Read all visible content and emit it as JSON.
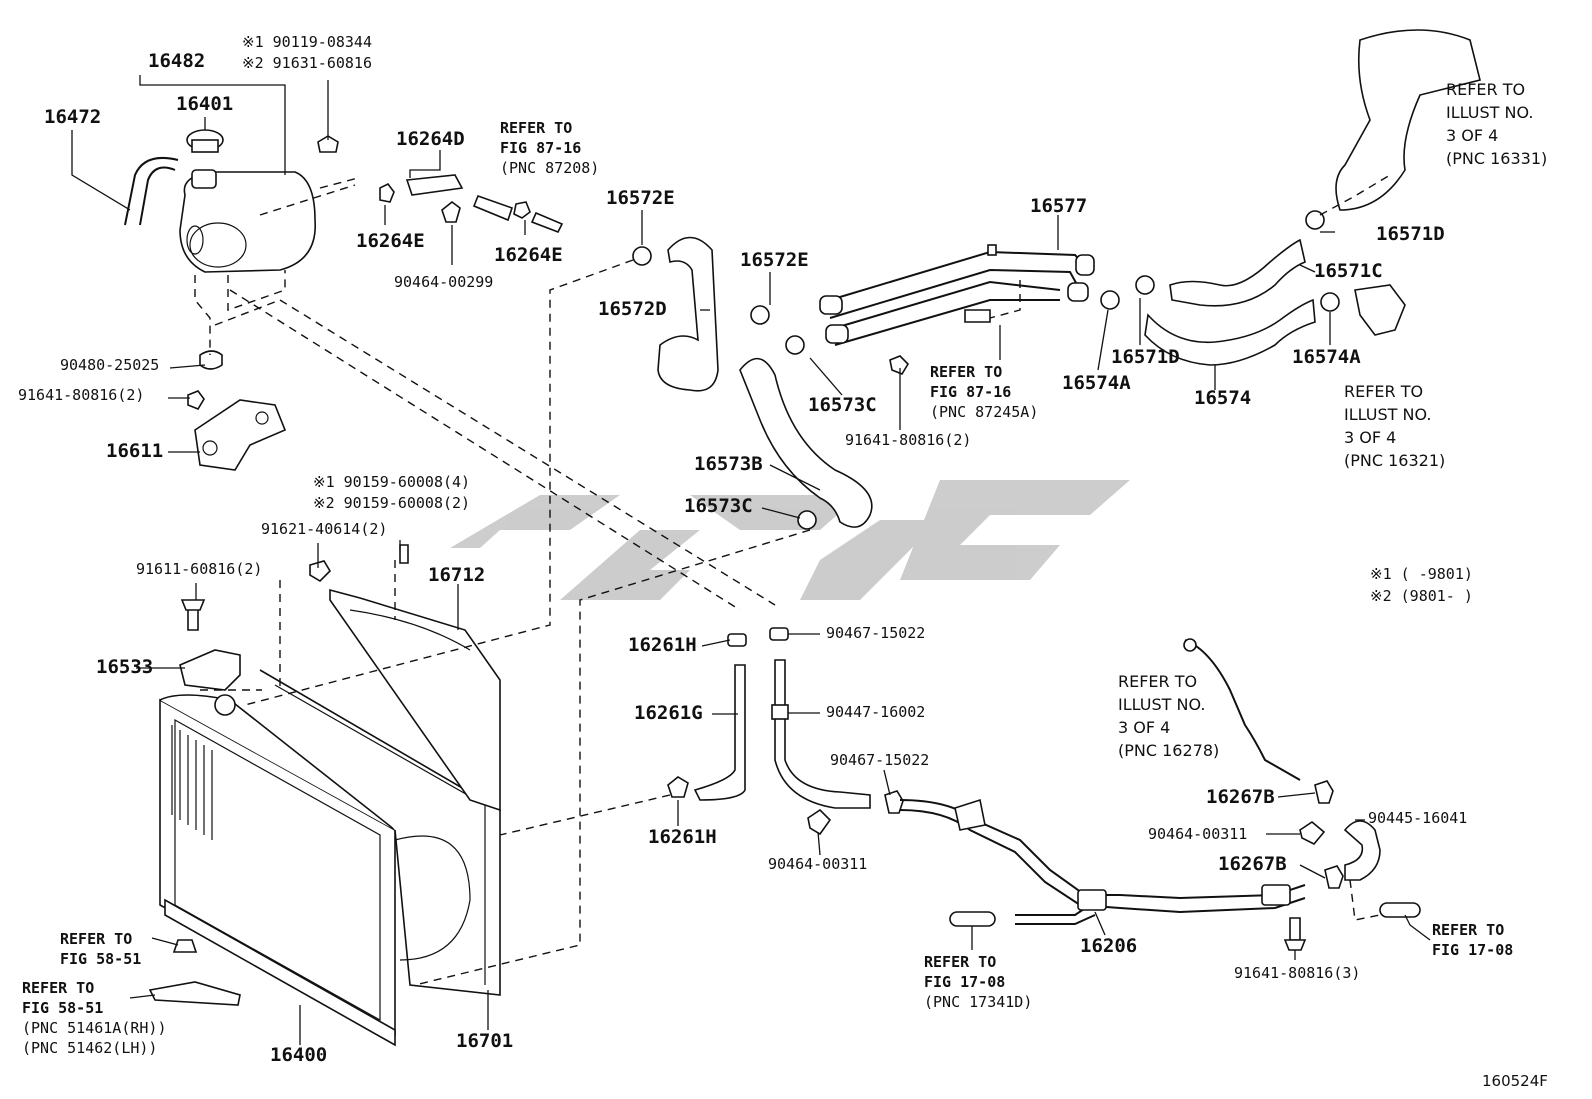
{
  "watermark_color": "#c4c4c4",
  "line_color": "#111111",
  "labels": {
    "p16482": "16482",
    "p16472": "16472",
    "p16401": "16401",
    "star1_90119": "※1 90119-08344",
    "star2_91631": "※2 91631-60816",
    "p16264D": "16264D",
    "p16264E_a": "16264E",
    "p16264E_b": "16264E",
    "p90464_00299": "90464-00299",
    "p16572E_a": "16572E",
    "p16572E_b": "16572E",
    "p16572D": "16572D",
    "p16577": "16577",
    "p16571D_a": "16571D",
    "p16571C": "16571C",
    "p16571D_b": "16571D",
    "p16574A_a": "16574A",
    "p16574A_b": "16574A",
    "p16574": "16574",
    "p16573C_a": "16573C",
    "p16573B": "16573B",
    "p16573C_b": "16573C",
    "p91641_80816_2_a": "91641-80816(2)",
    "p90480_25025": "90480-25025",
    "p91641_80816_2_b": "91641-80816(2)",
    "p16611": "16611",
    "star1_90159": "※1 90159-60008(4)",
    "star2_90159": "※2 90159-60008(2)",
    "p91621_40614": "91621-40614(2)",
    "p91611_60816": "91611-60816(2)",
    "p16712": "16712",
    "p16533": "16533",
    "p16261H_a": "16261H",
    "p16261G": "16261G",
    "p16261H_b": "16261H",
    "p90467_15022_a": "90467-15022",
    "p90447_16002": "90447-16002",
    "p90467_15022_b": "90467-15022",
    "p90464_00311_a": "90464-00311",
    "p90464_00311_b": "90464-00311",
    "p16267B_a": "16267B",
    "p16267B_b": "16267B",
    "p90445_16041": "90445-16041",
    "p16206": "16206",
    "p91641_80816_3": "91641-80816(3)",
    "p16400": "16400",
    "p16701": "16701",
    "note1": "※1 (    -9801)",
    "note2": "※2 (9801-    )",
    "illustration_id": "160524F"
  },
  "refs": {
    "ref_87_16_a": [
      "REFER TO",
      "FIG 87-16",
      "(PNC 87208)"
    ],
    "ref_illust_16331": [
      "REFER TO",
      "ILLUST NO.",
      "3 OF 4",
      "(PNC 16331)"
    ],
    "ref_87_16_b": [
      "REFER TO",
      "FIG 87-16",
      "(PNC 87245A)"
    ],
    "ref_illust_16321": [
      "REFER TO",
      "ILLUST NO.",
      "3 OF 4",
      "(PNC 16321)"
    ],
    "ref_illust_16278": [
      "REFER TO",
      "ILLUST NO.",
      "3 OF 4",
      "(PNC 16278)"
    ],
    "ref_58_51_a": [
      "REFER TO",
      "FIG 58-51"
    ],
    "ref_58_51_b": [
      "REFER TO",
      "FIG 58-51",
      "(PNC 51461A(RH))",
      "(PNC 51462(LH))"
    ],
    "ref_17_08_a": [
      "REFER TO",
      "FIG 17-08",
      "(PNC 17341D)"
    ],
    "ref_17_08_b": [
      "REFER TO",
      "FIG 17-08"
    ]
  }
}
